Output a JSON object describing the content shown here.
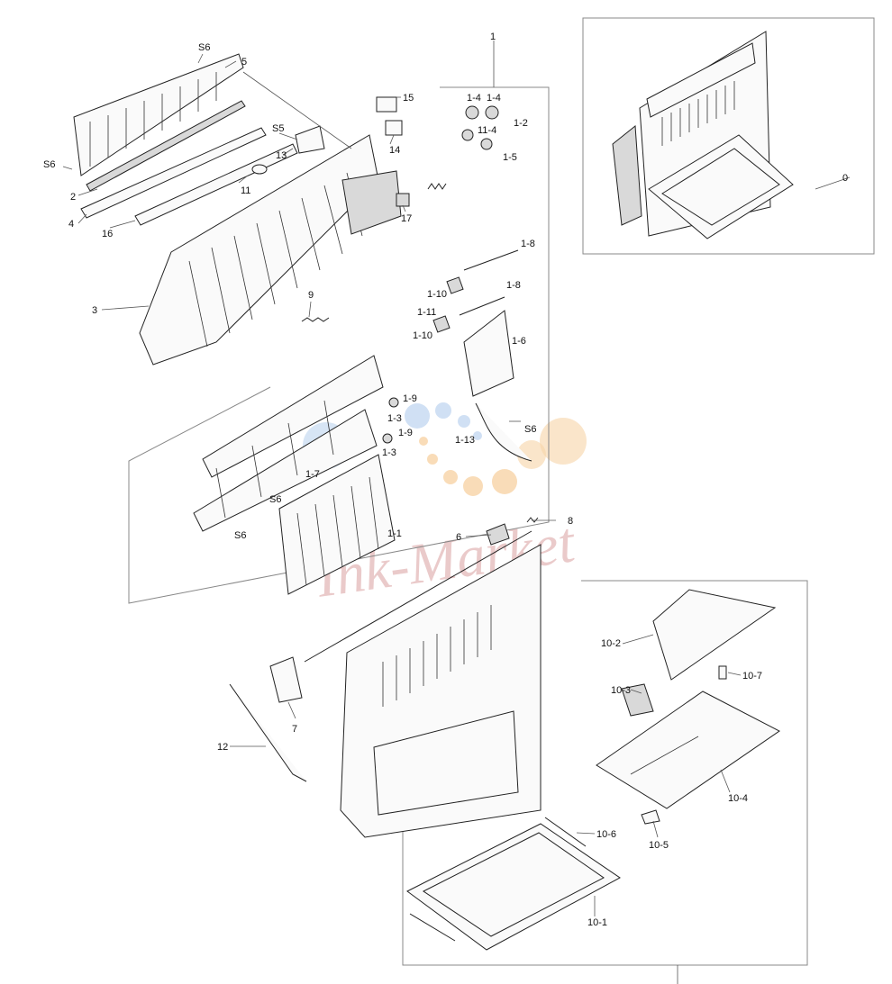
{
  "watermark": "Ink-Market",
  "colors": {
    "line": "#222222",
    "leader": "#555555",
    "watermark": "#d9a0a0",
    "dot_blue": "#bcd3ef",
    "dot_orange": "#f7d3a6"
  },
  "callouts": {
    "c1": "1",
    "c0": "0",
    "cS6a": "S6",
    "c5": "5",
    "cS6b": "S6",
    "c2": "2",
    "c4": "4",
    "c16": "16",
    "c15": "15",
    "c14": "14",
    "cS5": "S5",
    "c13": "13",
    "c11": "11",
    "c17": "17",
    "c3": "3",
    "c9": "9",
    "c1_4a": "1-4",
    "c1_4b": "1-4",
    "c1_2": "1-2",
    "c11_4": "11-4",
    "c1_5": "1-5",
    "c1_8a": "1-8",
    "c1_8b": "1-8",
    "c1_10a": "1-10",
    "c1_11": "1-11",
    "c1_10b": "1-10",
    "c1_6": "1-6",
    "c1_9a": "1-9",
    "c1_3a": "1-3",
    "c1_9b": "1-9",
    "c1_3b": "1-3",
    "c1_13": "1-13",
    "cS6c": "S6",
    "c1_7": "1-7",
    "cS6d": "S6",
    "cS6e": "S6",
    "c1_1": "1-1",
    "c6": "6",
    "c8": "8",
    "c7": "7",
    "c12": "12",
    "c10_2": "10-2",
    "c10_3": "10-3",
    "c10_7": "10-7",
    "c10_4": "10-4",
    "c10_6": "10-6",
    "c10_5": "10-5",
    "c10_1": "10-1"
  }
}
